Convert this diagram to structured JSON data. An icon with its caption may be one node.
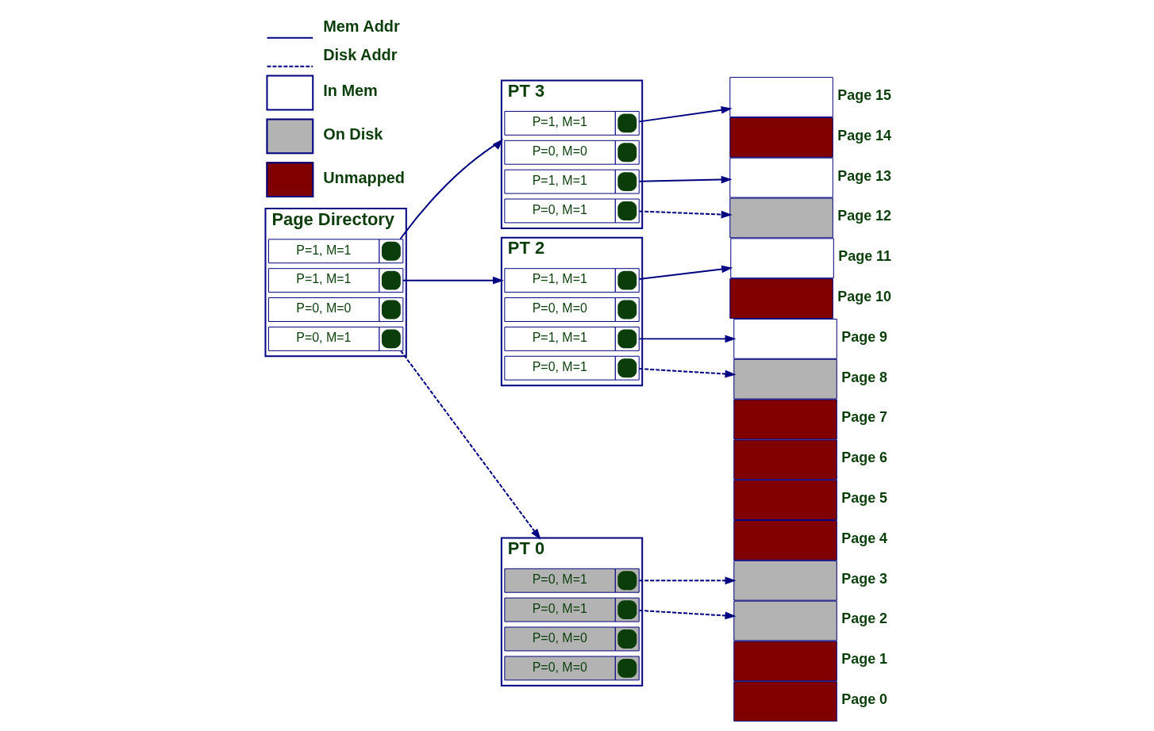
{
  "diagram": {
    "nodes": [
      {
        "text": [
          "Page Directory"
        ]
      },
      {
        "text": [
          "P=1, M=1"
        ],
        "in": 0
      },
      {
        "text": [
          "P=1, M=1"
        ],
        "in": 0
      },
      {
        "text": [
          "P=0, M=0"
        ],
        "in": 0
      },
      {
        "text": [
          "P=0, M=1"
        ],
        "in": 0
      },
      {
        "text": [
          "PT 3"
        ]
      },
      {
        "text": [
          "P=1, M=1"
        ],
        "in": 5
      },
      {
        "text": [
          "P=0, M=0"
        ],
        "in": 5
      },
      {
        "text": [
          "P=1, M=1"
        ],
        "in": 5
      },
      {
        "text": [
          "P=0, M=1"
        ],
        "in": 5
      },
      {
        "text": [
          "PT 2"
        ]
      },
      {
        "text": [
          "P=1, M=1"
        ],
        "in": 10
      },
      {
        "text": [
          "P=0, M=0"
        ],
        "in": 10
      },
      {
        "text": [
          "P=1, M=1"
        ],
        "in": 10
      },
      {
        "text": [
          "P=0, M=1"
        ],
        "in": 10
      },
      {
        "text": [
          "PT 0"
        ]
      },
      {
        "text": [
          "P=0, M=1"
        ],
        "in": 15
      },
      {
        "text": [
          "P=0, M=1"
        ],
        "in": 15
      },
      {
        "text": [
          "P=0, M=0"
        ],
        "in": 15
      },
      {
        "text": [
          "P=0, M=0"
        ],
        "in": 15
      },
      {
        "text": [],
        "shape": "box",
        "beside": [
          "Page 15"
        ]
      },
      {
        "text": [],
        "shape": "box",
        "beside": [
          "Page 14"
        ]
      },
      {
        "text": [],
        "shape": "box",
        "beside": [
          "Page 13"
        ]
      },
      {
        "text": [],
        "shape": "box",
        "beside": [
          "Page 12"
        ]
      },
      {
        "text": [],
        "shape": "box",
        "beside": [
          "Page 11"
        ]
      },
      {
        "text": [],
        "shape": "box",
        "beside": [
          "Page 10"
        ]
      },
      {
        "text": [],
        "shape": "box",
        "beside": [
          "Page 9"
        ]
      },
      {
        "text": [],
        "shape": "box",
        "beside": [
          "Page 8"
        ]
      },
      {
        "text": [],
        "shape": "box",
        "beside": [
          "Page 7"
        ]
      },
      {
        "text": [],
        "shape": "box",
        "beside": [
          "Page 6"
        ]
      },
      {
        "text": [],
        "shape": "box",
        "beside": [
          "Page 5"
        ]
      },
      {
        "text": [],
        "shape": "box",
        "beside": [
          "Page 4"
        ]
      },
      {
        "text": [],
        "shape": "box",
        "beside": [
          "Page 3"
        ]
      },
      {
        "text": [],
        "shape": "box",
        "beside": [
          "Page 2"
        ]
      },
      {
        "text": [],
        "shape": "box",
        "beside": [
          "Page 1"
        ]
      },
      {
        "text": [],
        "shape": "box",
        "beside": [
          "Page 0"
        ]
      }
    ],
    "edges": [
      {
        "from": 1,
        "to": 5,
        "arrow": "to"
      },
      {
        "from": 2,
        "to": 10,
        "arrow": "to"
      },
      {
        "from": 4,
        "to": 15,
        "arrow": "to",
        "style": "dashed"
      },
      {
        "from": 6,
        "to": 20,
        "arrow": "to"
      },
      {
        "from": 8,
        "to": 22,
        "arrow": "to"
      },
      {
        "from": 9,
        "to": 23,
        "arrow": "to",
        "style": "dashed"
      },
      {
        "from": 11,
        "to": 24,
        "arrow": "to"
      },
      {
        "from": 13,
        "to": 26,
        "arrow": "to"
      },
      {
        "from": 14,
        "to": 27,
        "arrow": "to",
        "style": "dashed"
      },
      {
        "from": 16,
        "to": 32,
        "arrow": "to",
        "style": "dashed"
      },
      {
        "from": 17,
        "to": 33,
        "arrow": "to",
        "style": "dashed"
      }
    ],
    "legend": [
      {
        "text": "Mem Addr"
      },
      {
        "text": "Disk Addr"
      },
      {
        "text": "In Mem",
        "color": "#ffffff"
      },
      {
        "text": "On Disk",
        "color": "#b3b3b3"
      },
      {
        "text": "Unmapped",
        "color": "#800000"
      }
    ]
  }
}
